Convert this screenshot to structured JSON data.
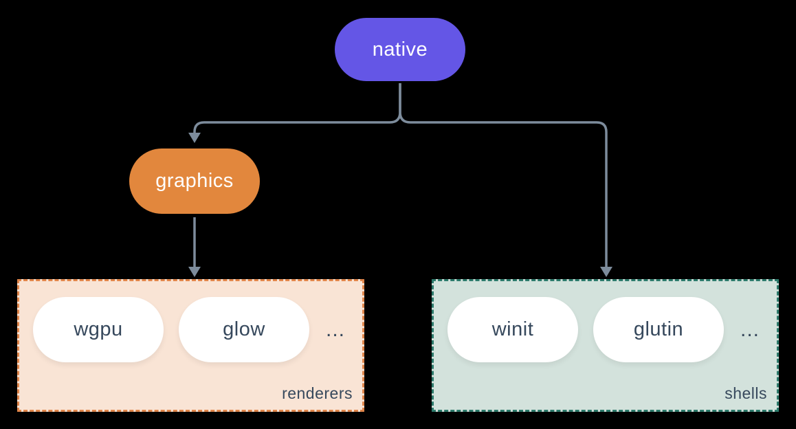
{
  "diagram": {
    "background": "#000000",
    "connector_color": "#7d8c9c",
    "nodes": {
      "native": {
        "label": "native",
        "fill": "#6456e6",
        "text_color": "#ffffff"
      },
      "graphics": {
        "label": "graphics",
        "fill": "#e2873d",
        "text_color": "#ffffff"
      }
    },
    "groups": {
      "renderers": {
        "label": "renderers",
        "fill": "#f9e4d5",
        "border_color": "#e0854a",
        "items": [
          "wgpu",
          "glow",
          "..."
        ]
      },
      "shells": {
        "label": "shells",
        "fill": "#d3e2dc",
        "border_color": "#2c7a6b",
        "items": [
          "winit",
          "glutin",
          "..."
        ]
      }
    }
  }
}
